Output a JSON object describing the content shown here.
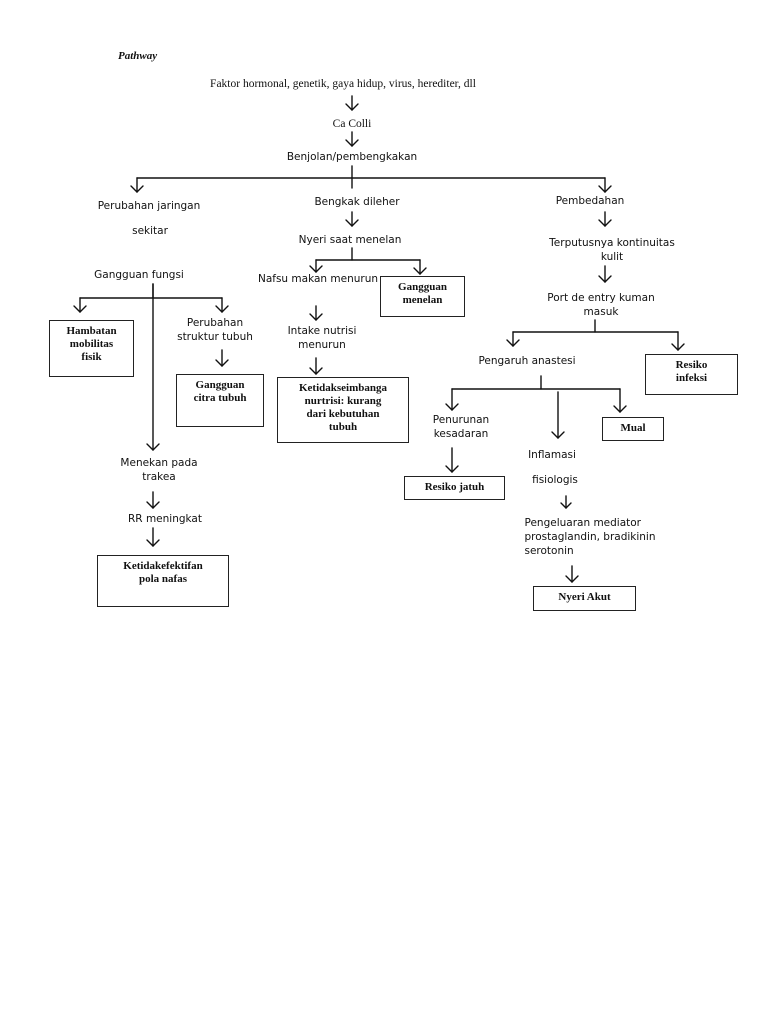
{
  "title": "Pathway",
  "nodes": {
    "causes": "Faktor hormonal, genetik, gaya hidup, virus, herediter, dll",
    "ca_colli": "Ca Colli",
    "benjolan": "Benjolan/pembengkakan",
    "perubahan_jaringan": "Perubahan jaringan",
    "sekitar": "sekitar",
    "gangguan_fungsi": "Gangguan fungsi",
    "perubahan_struktur": "Perubahan\nstruktur tubuh",
    "menekan_trakea": "Menekan pada\ntrakea",
    "rr_meningkat": "RR meningkat",
    "bengkak_dileher": "Bengkak dileher",
    "nyeri_menelan": "Nyeri saat menelan",
    "nafsu_makan": "Nafsu makan menurun",
    "intake_nutrisi": "Intake nutrisi\nmenurun",
    "pembedahan": "Pembedahan",
    "terputusnya": "Terputusnya kontinuitas\nkulit",
    "port_entry": "Port de entry kuman\nmasuk",
    "pengaruh_anastesi": "Pengaruh anastesi",
    "penurunan_kesadaran": "Penurunan\nkesadaran",
    "inflamasi": "Inflamasi",
    "fisiologis": "fisiologis",
    "pengeluaran_mediator": "Pengeluaran mediator\nprostaglandin, bradikinin\nserotonin"
  },
  "diagnoses": {
    "hambatan_mobilitas": "Hambatan\nmobilitas\nfisik",
    "gangguan_citra": "Gangguan\ncitra tubuh",
    "ketidakefektifan": "Ketidakefektifan\npola nafas",
    "gangguan_menelan": "Gangguan\nmenelan",
    "ketidakseimbangan": "Ketidakseimbanga\nnurtrisi: kurang\ndari kebutuhan\ntubuh",
    "resiko_infeksi": "Resiko\ninfeksi",
    "mual": "Mual",
    "resiko_jatuh": "Resiko jatuh",
    "nyeri_akut": "Nyeri Akut"
  }
}
